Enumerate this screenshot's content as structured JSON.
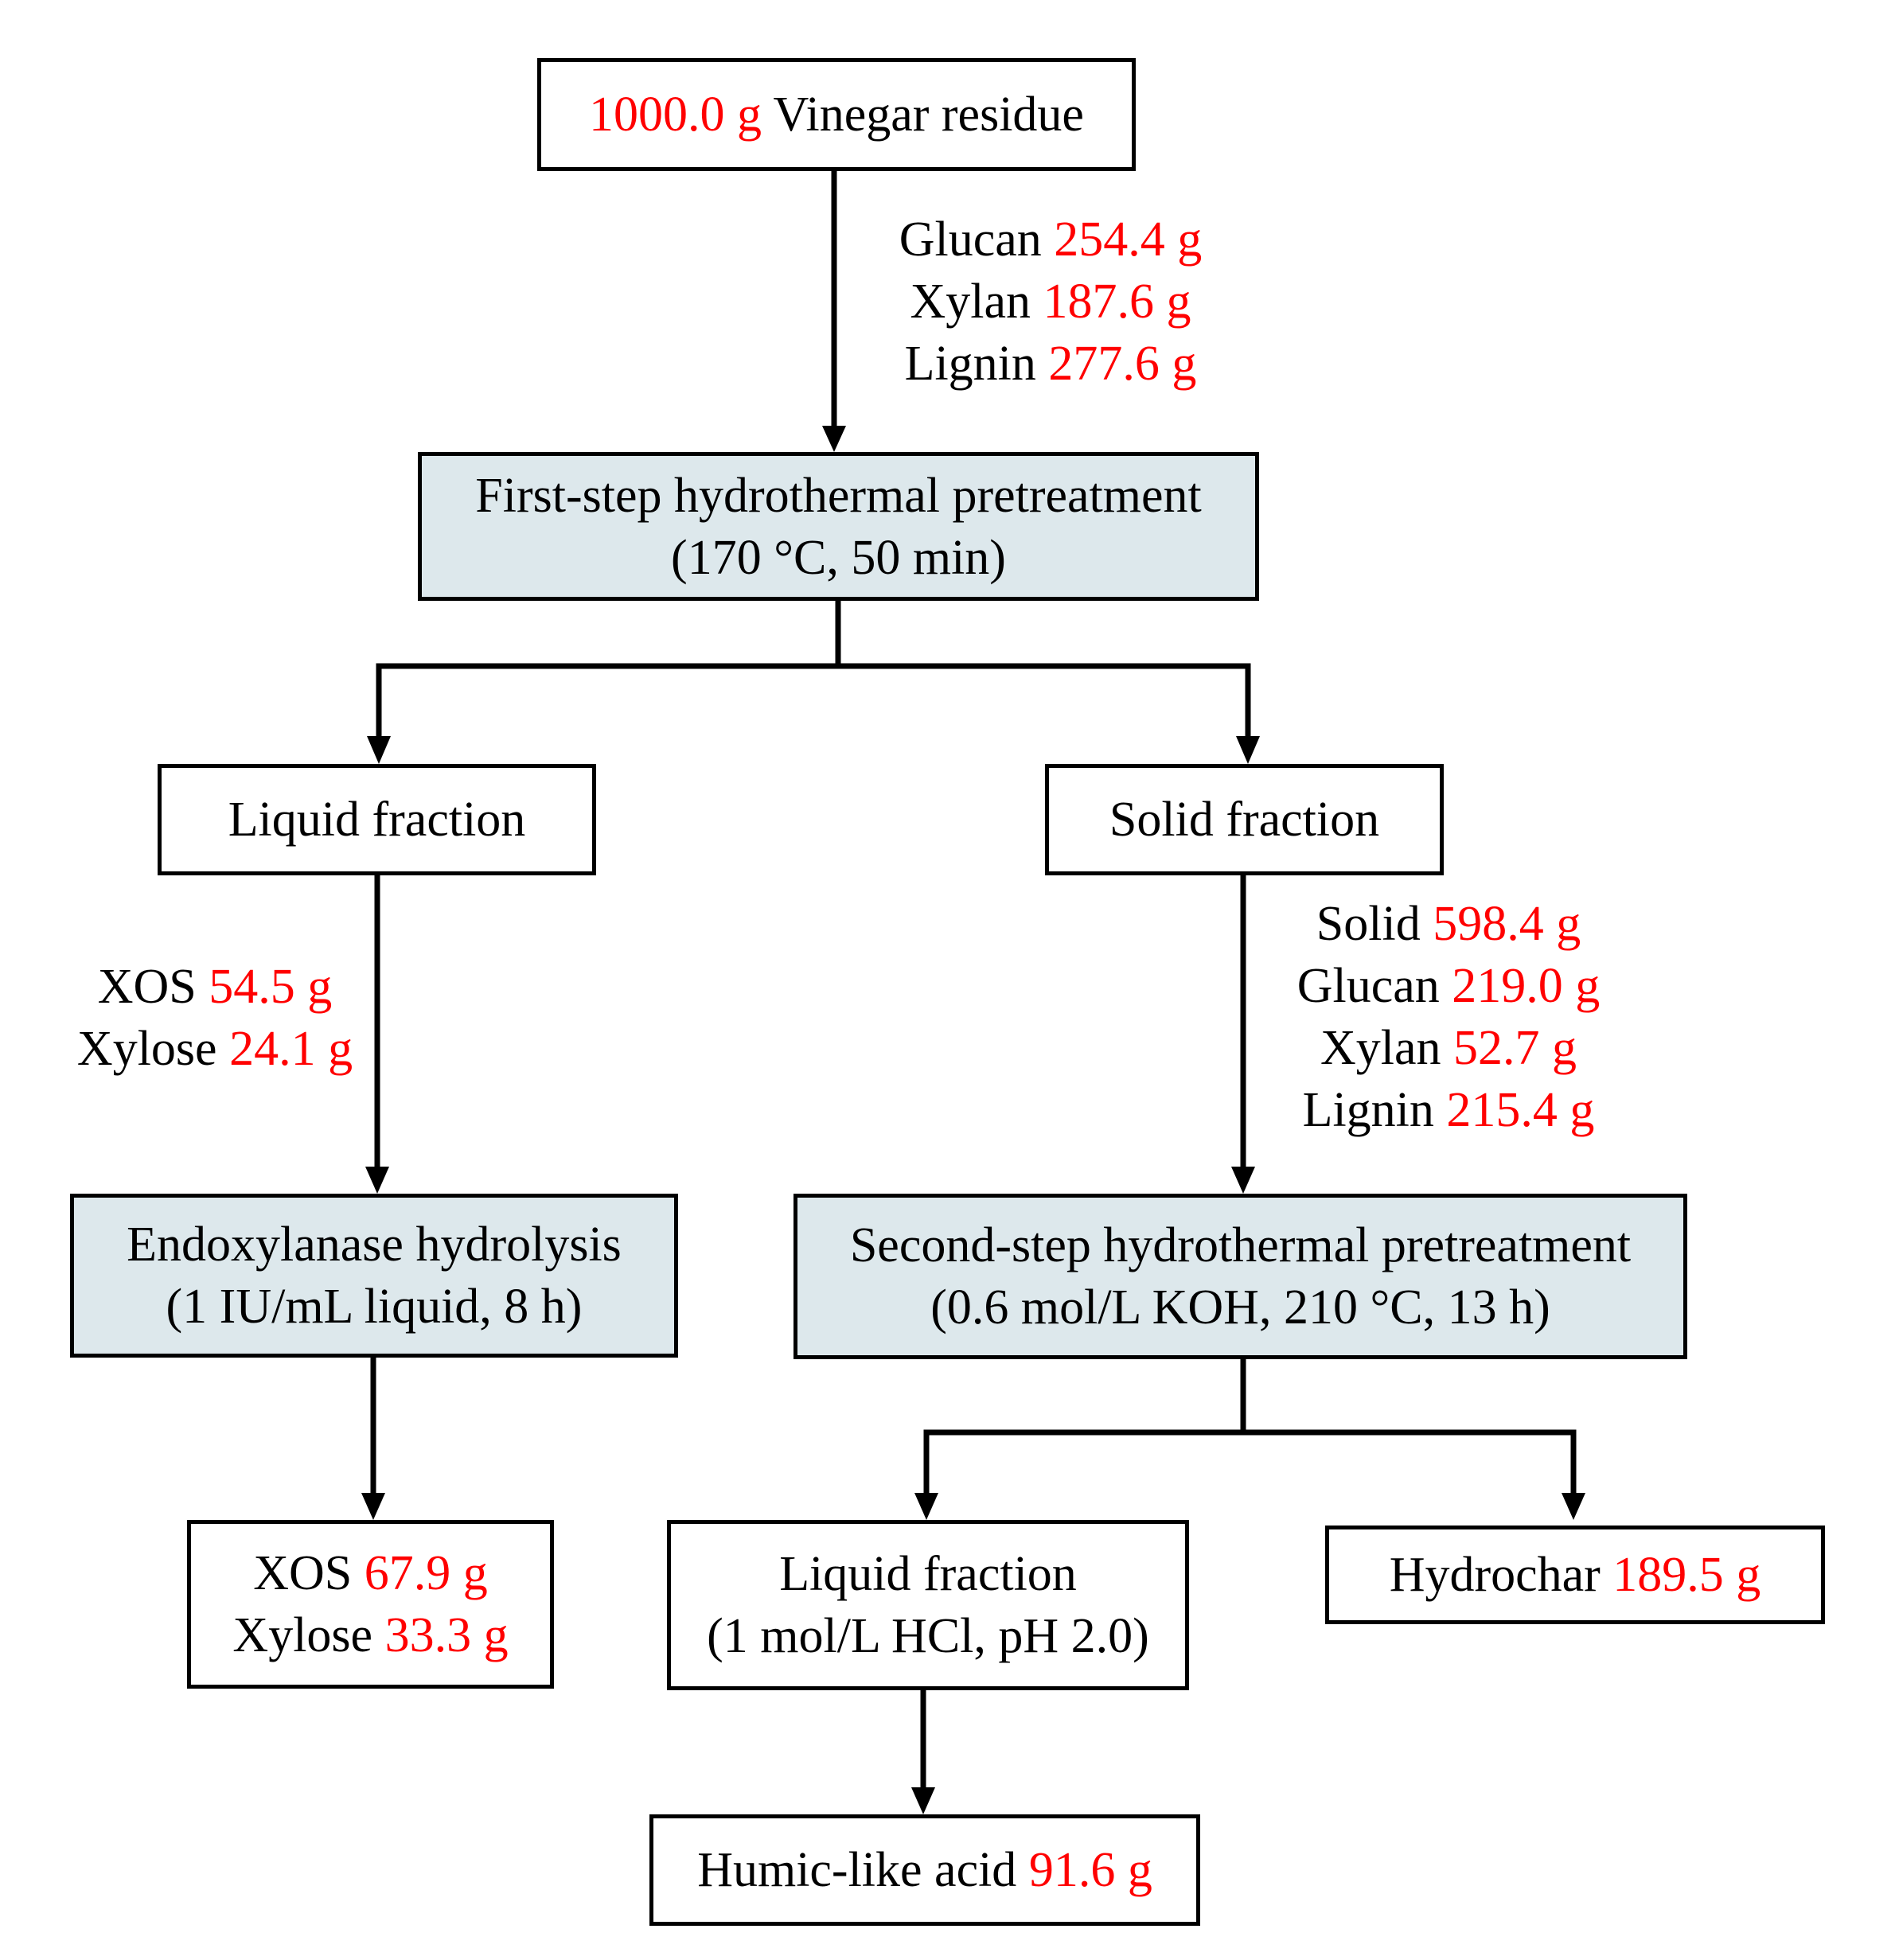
{
  "colors": {
    "quantity": "#ff0000",
    "process_fill": "#dde8ec",
    "stroke": "#000000"
  },
  "start": {
    "qty": "1000.0 g",
    "label": "Vinegar residue"
  },
  "raw_composition": [
    {
      "name": "Glucan",
      "qty": "254.4 g"
    },
    {
      "name": "Xylan",
      "qty": "187.6 g"
    },
    {
      "name": "Lignin",
      "qty": "277.6 g"
    }
  ],
  "step1": {
    "title": "First-step hydrothermal pretreatment",
    "conditions": "(170 °C, 50 min)"
  },
  "liquid1": {
    "label": "Liquid fraction"
  },
  "solid1": {
    "label": "Solid fraction"
  },
  "liquid1_composition": [
    {
      "name": "XOS",
      "qty": "54.5 g"
    },
    {
      "name": "Xylose",
      "qty": "24.1 g"
    }
  ],
  "solid1_composition": [
    {
      "name": "Solid",
      "qty": "598.4 g"
    },
    {
      "name": "Glucan",
      "qty": "219.0 g"
    },
    {
      "name": "Xylan",
      "qty": "52.7 g"
    },
    {
      "name": "Lignin",
      "qty": "215.4 g"
    }
  ],
  "enzyme": {
    "title": "Endoxylanase hydrolysis",
    "conditions": "(1 IU/mL liquid, 8 h)"
  },
  "step2": {
    "title": "Second-step hydrothermal pretreatment",
    "conditions": "(0.6 mol/L KOH, 210 °C, 13 h)"
  },
  "enzyme_products": [
    {
      "name": "XOS",
      "qty": "67.9 g"
    },
    {
      "name": "Xylose",
      "qty": "33.3 g"
    }
  ],
  "liquid2": {
    "label": "Liquid fraction",
    "conditions": "(1 mol/L HCl, pH 2.0)"
  },
  "hydrochar": {
    "name": "Hydrochar",
    "qty": "189.5 g"
  },
  "humic": {
    "name": "Humic-like acid",
    "qty": "91.6 g"
  }
}
